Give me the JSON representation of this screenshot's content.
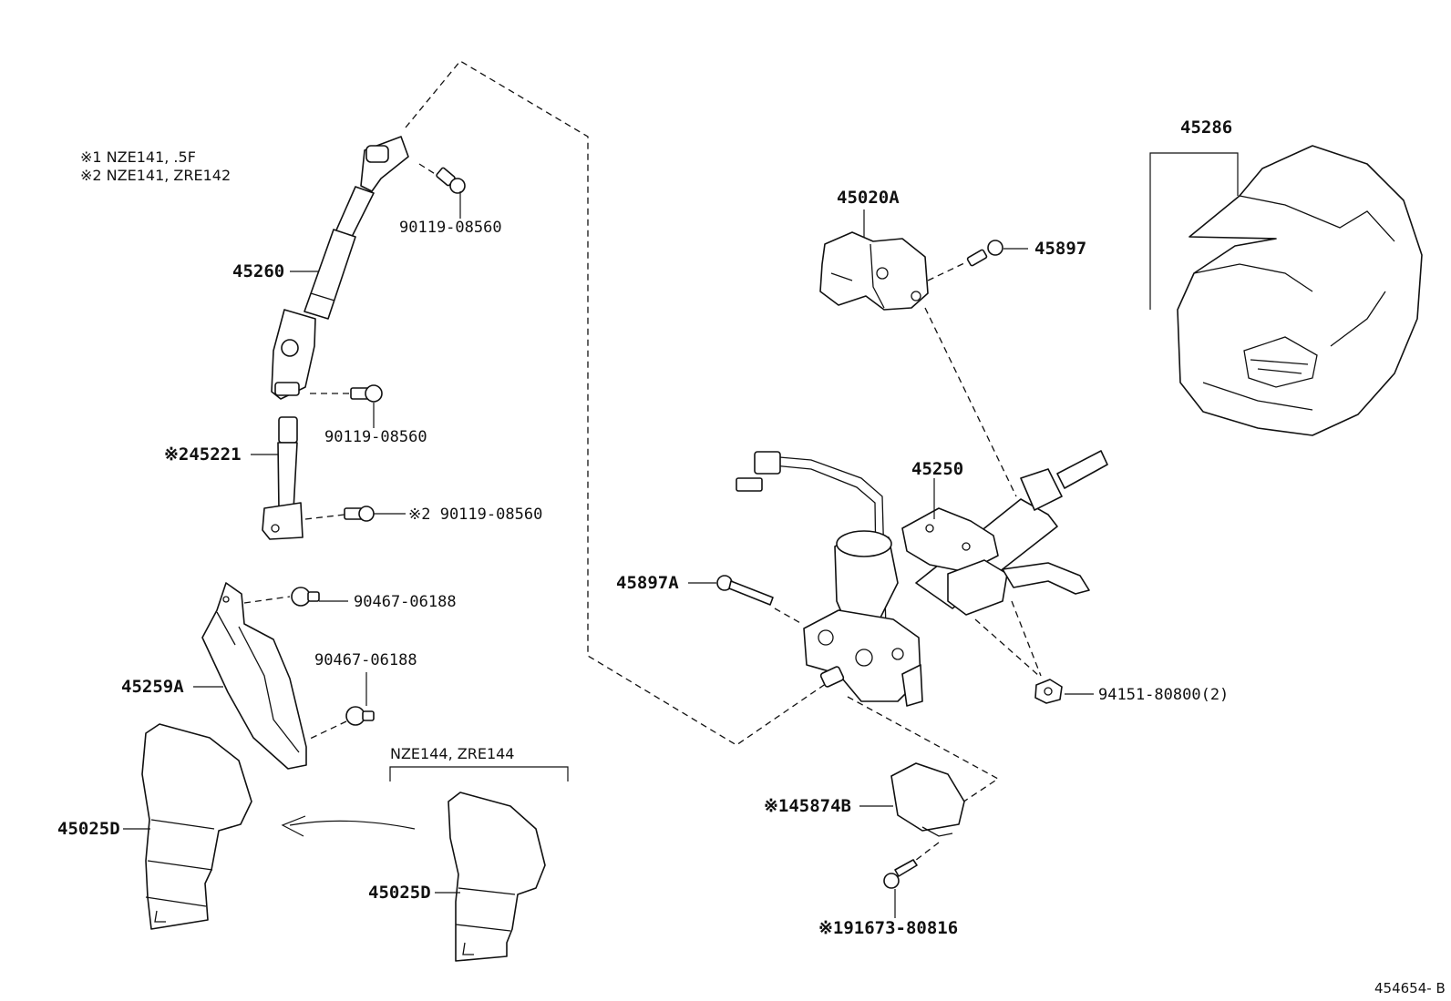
{
  "notes": {
    "note1": "※1 NZE141, .5F",
    "note2": "※2 NZE141, ZRE142"
  },
  "variant_label": "NZE144, ZRE144",
  "labels": {
    "p45260": "45260",
    "p90119_a": "90119-08560",
    "p90119_b": "90119-08560",
    "p45221": "※245221",
    "p90119_c": "※2 90119-08560",
    "p90467_a": "90467-06188",
    "p90467_b": "90467-06188",
    "p45259a": "45259A",
    "p45025d_a": "45025D",
    "p45025d_b": "45025D",
    "p45020a": "45020A",
    "p45897": "45897",
    "p45250": "45250",
    "p45897a": "45897A",
    "p94151": "94151-80800(2)",
    "p45874b": "※145874B",
    "p91673": "※191673-80816",
    "p45286": "45286"
  },
  "figure_id": "454654- B"
}
